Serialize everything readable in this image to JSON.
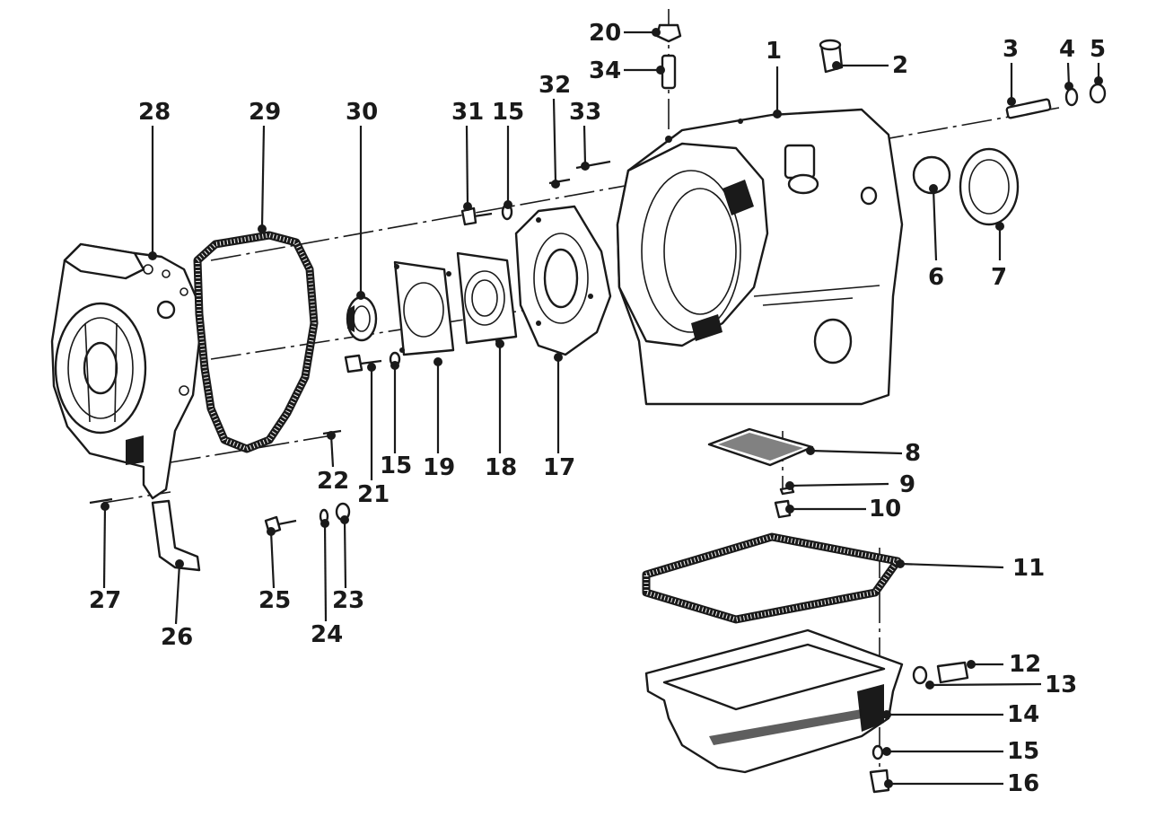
{
  "diagram": {
    "callouts": [
      {
        "id": "c1",
        "text": "1"
      },
      {
        "id": "c2",
        "text": "2"
      },
      {
        "id": "c3",
        "text": "3"
      },
      {
        "id": "c4",
        "text": "4"
      },
      {
        "id": "c5",
        "text": "5"
      },
      {
        "id": "c6",
        "text": "6"
      },
      {
        "id": "c7",
        "text": "7"
      },
      {
        "id": "c8",
        "text": "8"
      },
      {
        "id": "c9",
        "text": "9"
      },
      {
        "id": "c10",
        "text": "10"
      },
      {
        "id": "c11",
        "text": "11"
      },
      {
        "id": "c12",
        "text": "12"
      },
      {
        "id": "c13",
        "text": "13"
      },
      {
        "id": "c14",
        "text": "14"
      },
      {
        "id": "c15a",
        "text": "15"
      },
      {
        "id": "c15b",
        "text": "15"
      },
      {
        "id": "c15c",
        "text": "15"
      },
      {
        "id": "c16",
        "text": "16"
      },
      {
        "id": "c17",
        "text": "17"
      },
      {
        "id": "c18",
        "text": "18"
      },
      {
        "id": "c19",
        "text": "19"
      },
      {
        "id": "c20",
        "text": "20"
      },
      {
        "id": "c21",
        "text": "21"
      },
      {
        "id": "c22",
        "text": "22"
      },
      {
        "id": "c23",
        "text": "23"
      },
      {
        "id": "c24",
        "text": "24"
      },
      {
        "id": "c25",
        "text": "25"
      },
      {
        "id": "c26",
        "text": "26"
      },
      {
        "id": "c27",
        "text": "27"
      },
      {
        "id": "c28",
        "text": "28"
      },
      {
        "id": "c29",
        "text": "29"
      },
      {
        "id": "c30",
        "text": "30"
      },
      {
        "id": "c31",
        "text": "31"
      },
      {
        "id": "c32",
        "text": "32"
      },
      {
        "id": "c33",
        "text": "33"
      },
      {
        "id": "c34",
        "text": "34"
      }
    ]
  }
}
